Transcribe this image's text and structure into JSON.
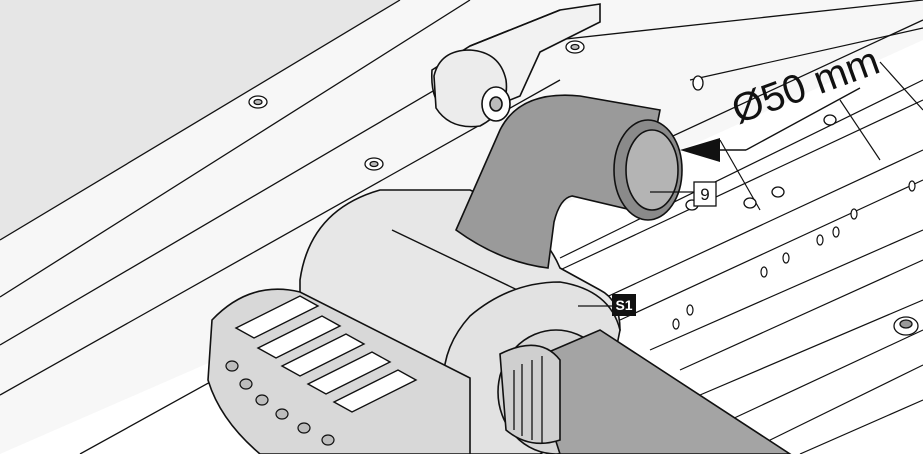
{
  "callouts": {
    "diameter_label": "Ø50 mm",
    "part_number": "9",
    "reference_label": "S1"
  },
  "colors": {
    "outline": "#111111",
    "fill_light": "#e8e8e8",
    "fill_mid": "#d2d2d2",
    "fill_dark": "#8e8e8e",
    "fill_hose": "#9a9a9a",
    "fill_hose_end": "#b4b4b4",
    "tag_dark": "#111111",
    "tag_text_light": "#ffffff"
  },
  "icons": {
    "arrow": "arrow-pointer-icon",
    "screw": "screw-head-icon"
  }
}
